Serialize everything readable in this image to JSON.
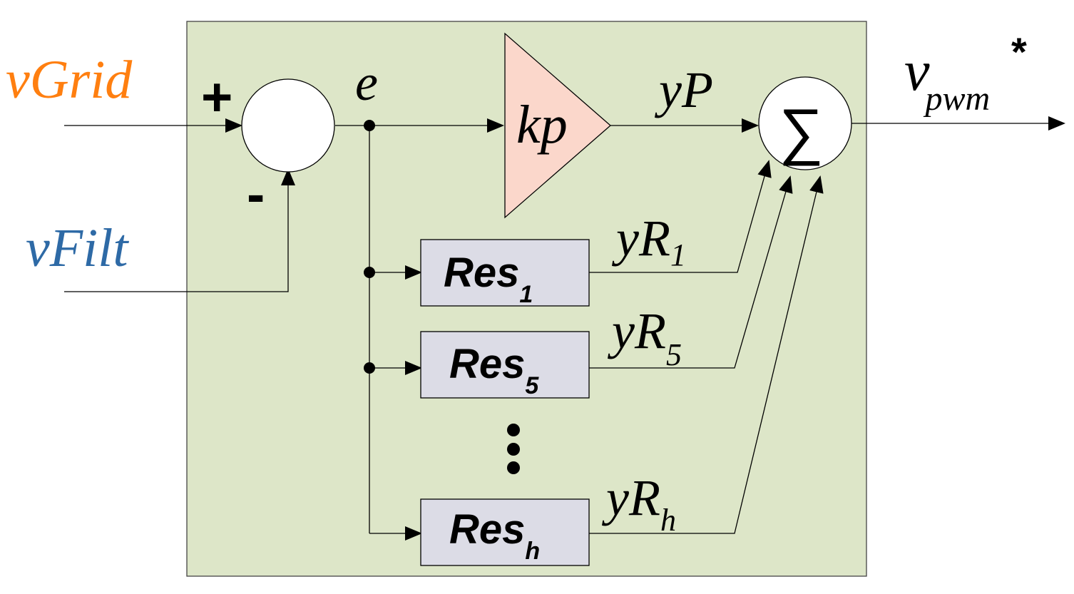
{
  "inputs": {
    "grid_label": "vGrid",
    "filt_label": "vFilt"
  },
  "summing_junction": {
    "plus_sign": "+",
    "minus_sign": "-"
  },
  "signals": {
    "error": "e",
    "proportional_out": "yP",
    "res1_out_base": "yR",
    "res1_out_sub": "1",
    "res5_out_base": "yR",
    "res5_out_sub": "5",
    "resh_out_base": "yR",
    "resh_out_sub": "h"
  },
  "gain": {
    "label": "kp"
  },
  "resonant_blocks": [
    {
      "base": "Res",
      "sub": "1"
    },
    {
      "base": "Res",
      "sub": "5"
    },
    {
      "base": "Res",
      "sub": "h"
    }
  ],
  "sum_block": {
    "symbol": "∑"
  },
  "output": {
    "base": "v",
    "sub": "pwm",
    "sup": "*"
  },
  "colors": {
    "controller_background": "#dde6c8",
    "gain_fill": "#fbd7cb",
    "resonant_fill": "#dcdce6",
    "grid_color": "#ff7f10",
    "filt_color": "#2e6aa6"
  }
}
